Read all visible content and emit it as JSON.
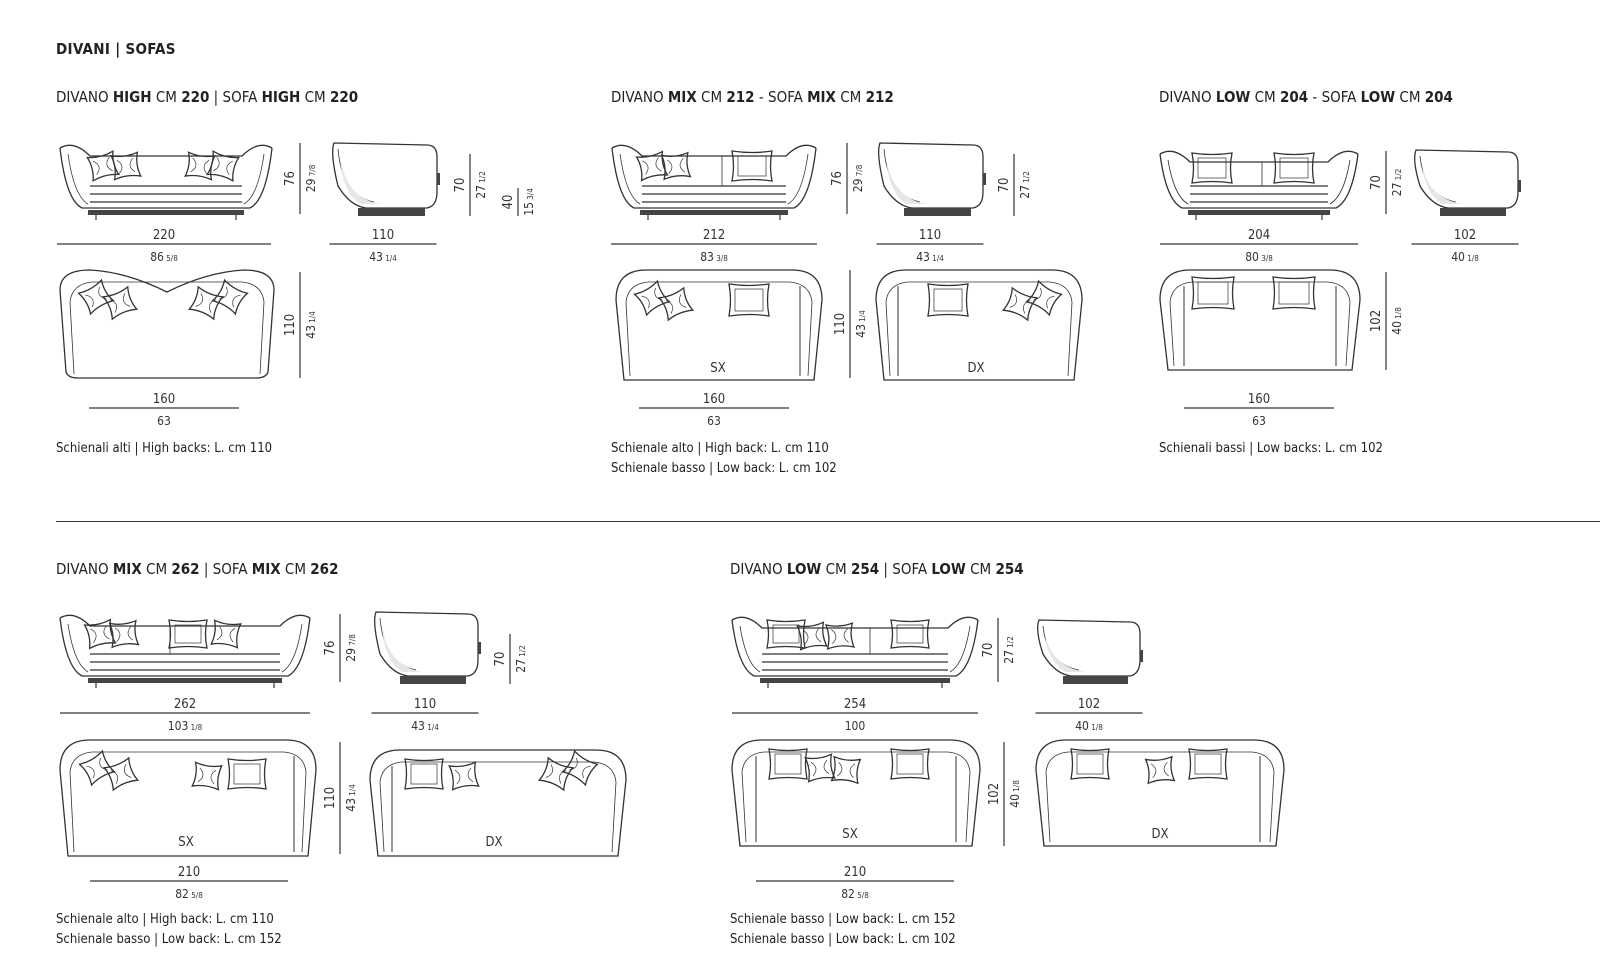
{
  "header": {
    "left": "DIVANI",
    "sep": "|",
    "right": "SOFAS"
  },
  "models": [
    {
      "id": "high-220",
      "title": [
        {
          "t": "DIVANO "
        },
        {
          "t": "HIGH",
          "b": true
        },
        {
          "t": " CM "
        },
        {
          "t": "220",
          "b": true
        },
        {
          "t": " | SOFA "
        },
        {
          "t": "HIGH",
          "b": true
        },
        {
          "t": " CM "
        },
        {
          "t": "220",
          "b": true
        }
      ],
      "front": {
        "w_cm": "220",
        "w_in": "86",
        "w_in_f": "5/8",
        "h_cm": "76",
        "h_in": "29",
        "h_in_f": "7/8"
      },
      "side": {
        "d_cm": "110",
        "d_in": "43",
        "d_in_f": "1/4",
        "h_cm": "70",
        "h_in": "27",
        "h_in_f": "1/2",
        "seat_cm": "40",
        "seat_in": "15",
        "seat_in_f": "3/4"
      },
      "plan": {
        "w_cm": "160",
        "w_in": "63",
        "d_cm": "110",
        "d_in": "43",
        "d_in_f": "1/4"
      },
      "notes": [
        "Schienali alti | High backs: L. cm 110"
      ]
    },
    {
      "id": "mix-212",
      "title": [
        {
          "t": "DIVANO "
        },
        {
          "t": "MIX",
          "b": true
        },
        {
          "t": " CM "
        },
        {
          "t": "212",
          "b": true
        },
        {
          "t": " - SOFA "
        },
        {
          "t": "MIX",
          "b": true
        },
        {
          "t": " CM "
        },
        {
          "t": "212",
          "b": true
        }
      ],
      "front": {
        "w_cm": "212",
        "w_in": "83",
        "w_in_f": "3/8",
        "h_cm": "76",
        "h_in": "29",
        "h_in_f": "7/8"
      },
      "side": {
        "d_cm": "110",
        "d_in": "43",
        "d_in_f": "1/4",
        "h_cm": "70",
        "h_in": "27",
        "h_in_f": "1/2"
      },
      "plan": {
        "w_cm": "160",
        "w_in": "63",
        "d_cm": "110",
        "d_in": "43",
        "d_in_f": "1/4",
        "sx": "SX",
        "dx": "DX"
      },
      "notes": [
        "Schienale alto | High back: L. cm 110",
        "Schienale basso | Low back: L. cm 102"
      ]
    },
    {
      "id": "low-204",
      "title": [
        {
          "t": "DIVANO "
        },
        {
          "t": "LOW",
          "b": true
        },
        {
          "t": " CM "
        },
        {
          "t": "204",
          "b": true
        },
        {
          "t": " - SOFA "
        },
        {
          "t": "LOW",
          "b": true
        },
        {
          "t": " CM "
        },
        {
          "t": "204",
          "b": true
        }
      ],
      "front": {
        "w_cm": "204",
        "w_in": "80",
        "w_in_f": "3/8",
        "h_cm": "70",
        "h_in": "27",
        "h_in_f": "1/2"
      },
      "side": {
        "d_cm": "102",
        "d_in": "40",
        "d_in_f": "1/8"
      },
      "plan": {
        "w_cm": "160",
        "w_in": "63",
        "d_cm": "102",
        "d_in": "40",
        "d_in_f": "1/8"
      },
      "notes": [
        "Schienali bassi | Low backs: L. cm 102"
      ]
    },
    {
      "id": "mix-262",
      "title": [
        {
          "t": "DIVANO "
        },
        {
          "t": "MIX",
          "b": true
        },
        {
          "t": " CM "
        },
        {
          "t": "262",
          "b": true
        },
        {
          "t": " | SOFA "
        },
        {
          "t": "MIX",
          "b": true
        },
        {
          "t": " CM "
        },
        {
          "t": "262",
          "b": true
        }
      ],
      "front": {
        "w_cm": "262",
        "w_in": "103",
        "w_in_f": "1/8",
        "h_cm": "76",
        "h_in": "29",
        "h_in_f": "7/8"
      },
      "side": {
        "d_cm": "110",
        "d_in": "43",
        "d_in_f": "1/4",
        "h_cm": "70",
        "h_in": "27",
        "h_in_f": "1/2"
      },
      "plan": {
        "w_cm": "210",
        "w_in": "82",
        "w_in_f": "5/8",
        "d_cm": "110",
        "d_in": "43",
        "d_in_f": "1/4",
        "sx": "SX",
        "dx": "DX"
      },
      "notes": [
        "Schienale alto | High back: L. cm 110",
        "Schienale basso | Low back: L. cm 152"
      ]
    },
    {
      "id": "low-254",
      "title": [
        {
          "t": "DIVANO "
        },
        {
          "t": "LOW",
          "b": true
        },
        {
          "t": " CM "
        },
        {
          "t": "254",
          "b": true
        },
        {
          "t": " | SOFA "
        },
        {
          "t": "LOW",
          "b": true
        },
        {
          "t": " CM "
        },
        {
          "t": "254",
          "b": true
        }
      ],
      "front": {
        "w_cm": "254",
        "w_in": "100",
        "h_cm": "70",
        "h_in": "27",
        "h_in_f": "1/2"
      },
      "side": {
        "d_cm": "102",
        "d_in": "40",
        "d_in_f": "1/8"
      },
      "plan": {
        "w_cm": "210",
        "w_in": "82",
        "w_in_f": "5/8",
        "d_cm": "102",
        "d_in": "40",
        "d_in_f": "1/8",
        "sx": "SX",
        "dx": "DX"
      },
      "notes": [
        "Schienale basso | Low back: L. cm 152",
        "Schienale basso | Low back: L. cm 102"
      ]
    }
  ]
}
